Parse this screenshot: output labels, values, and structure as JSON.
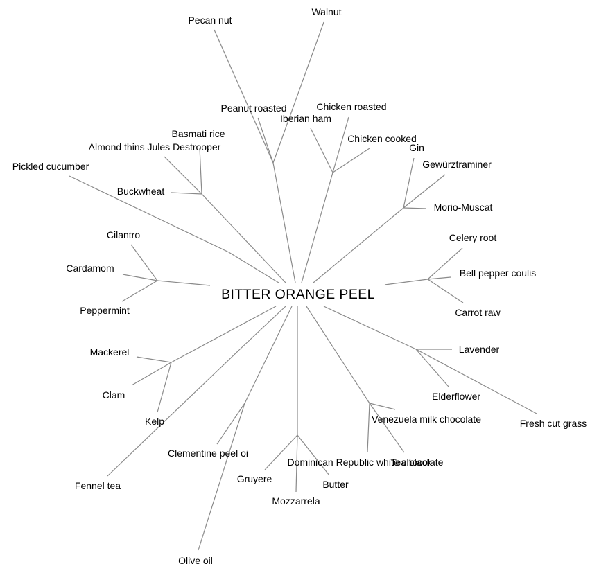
{
  "diagram": {
    "root": "BITTER ORANGE PEEL",
    "branches": [
      {
        "children": [
          "Pecan nut",
          "Walnut",
          "Peanut roasted"
        ]
      },
      {
        "children": [
          "Iberian ham",
          "Chicken roasted",
          "Chicken cooked"
        ]
      },
      {
        "children": [
          "Gin",
          "Gewürztraminer",
          "Morio-Muscat"
        ]
      },
      {
        "children": [
          "Celery root",
          "Bell pepper coulis",
          "Carrot raw"
        ]
      },
      {
        "children": [
          "Lavender",
          "Elderflower",
          "Fresh cut grass"
        ]
      },
      {
        "children": [
          "Venezuela milk chocolate",
          "Dominican Republic white chocolate",
          "Tea black"
        ]
      },
      {
        "children": [
          "Gruyere",
          "Mozzarrela",
          "Butter"
        ]
      },
      {
        "children": [
          "Clementine peel oi",
          "Olive oil"
        ]
      },
      {
        "children": [
          "Fennel tea"
        ]
      },
      {
        "children": [
          "Mackerel",
          "Clam",
          "Kelp"
        ]
      },
      {
        "children": [
          "Cilantro",
          "Cardamom",
          "Peppermint"
        ]
      },
      {
        "children": [
          "Pickled cucumber"
        ]
      },
      {
        "children": [
          "Basmati rice",
          "Almond thins Jules Destrooper",
          "Buckwheat"
        ]
      }
    ]
  },
  "colors": {
    "edge": "#8a8a8a",
    "text": "#000000",
    "background": "#ffffff"
  }
}
